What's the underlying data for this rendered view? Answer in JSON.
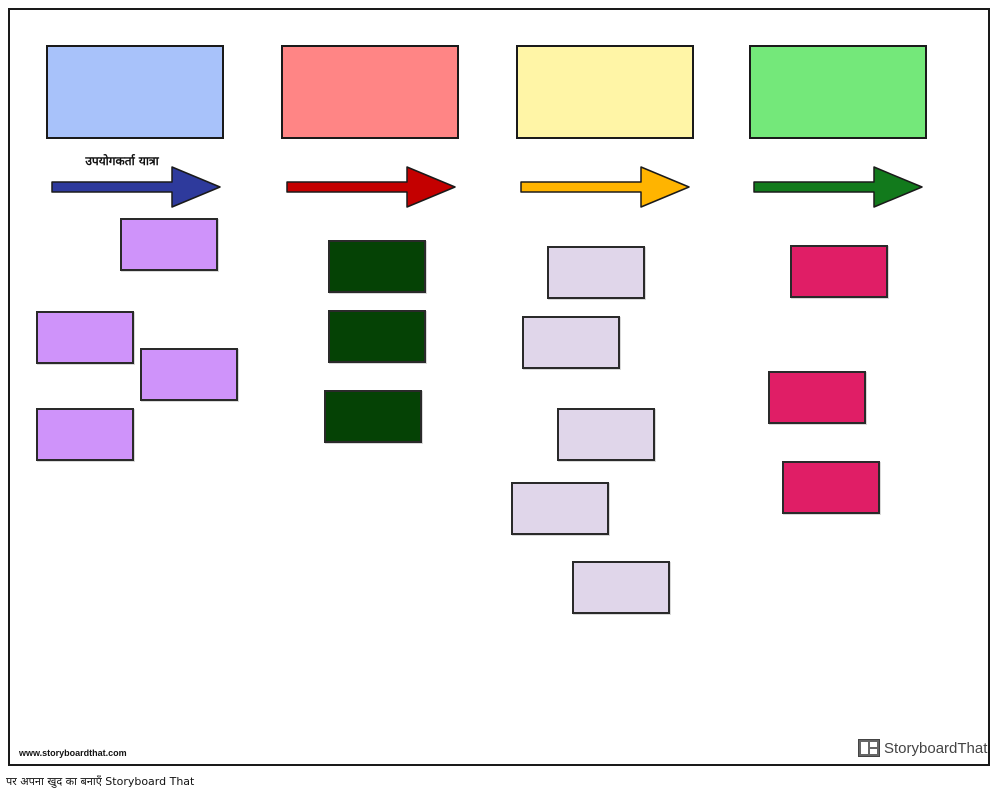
{
  "journey_label": "उपयोगकर्ता यात्रा",
  "site_url": "www.storyboardthat.com",
  "brand_name": "StoryboardThat",
  "footer_caption": "पर अपना खुद का बनाएँ Storyboard That",
  "colors": {
    "stage_blue": "#a8c2fa",
    "stage_red": "#ff8585",
    "stage_yellow": "#fff5a6",
    "stage_green": "#74e87a",
    "arrow_blue": "#2e3a9c",
    "arrow_red": "#c40000",
    "arrow_yellow": "#ffb400",
    "arrow_green": "#127a1c",
    "note_purple": "#cf93fa",
    "note_darkgreen": "#054205",
    "note_lavender": "#e0d6ea",
    "note_crimson": "#e01e66"
  },
  "stages": [
    {
      "box_color": "#a8c2fa",
      "arrow_color": "#2e3a9c"
    },
    {
      "box_color": "#ff8585",
      "arrow_color": "#c40000"
    },
    {
      "box_color": "#fff5a6",
      "arrow_color": "#ffb400"
    },
    {
      "box_color": "#74e87a",
      "arrow_color": "#127a1c"
    }
  ]
}
